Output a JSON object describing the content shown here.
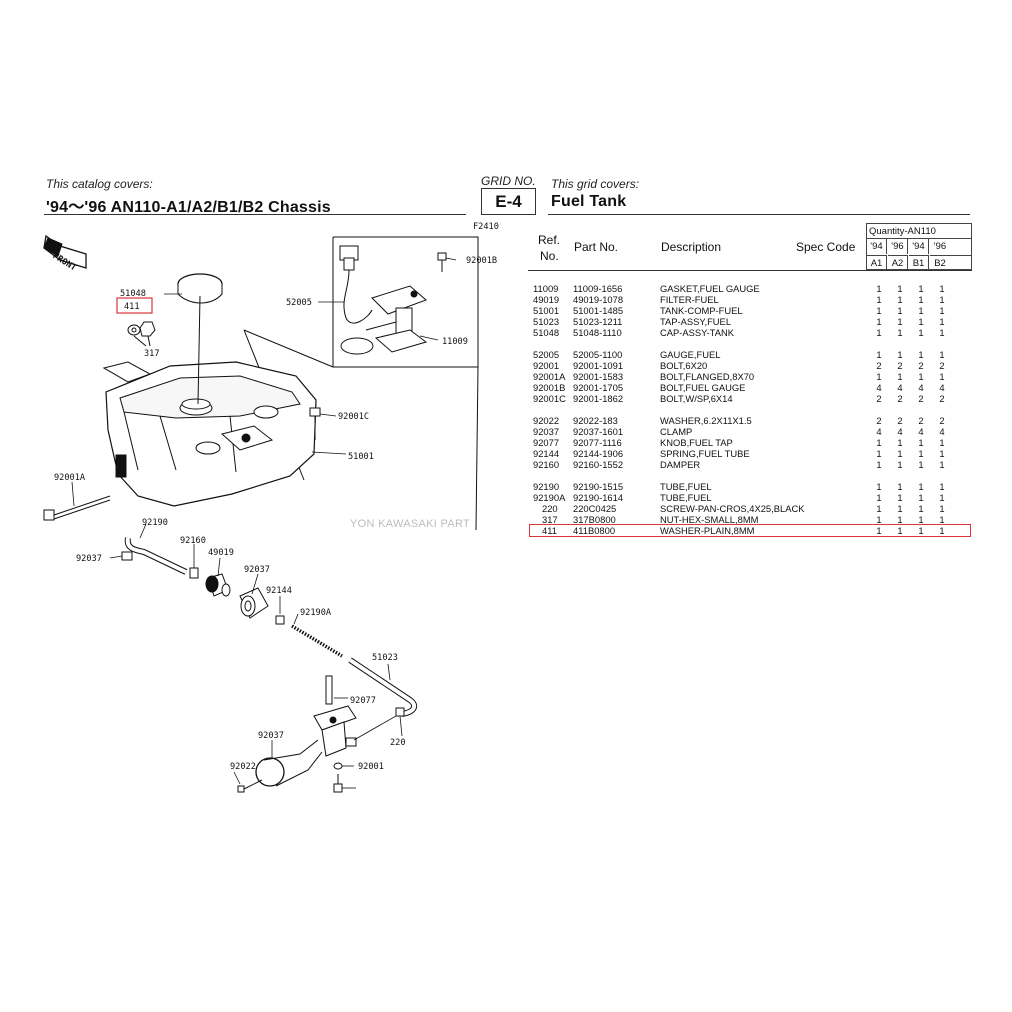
{
  "header": {
    "catalog_label": "This catalog covers:",
    "catalog_title": "'94～'96 AN110-A1/A2/B1/B2 Chassis",
    "grid_label": "GRID NO.",
    "grid_value": "E-4",
    "grid_covers_label": "This grid covers:",
    "grid_title": "Fuel Tank"
  },
  "diagram": {
    "figure_id": "F2410",
    "front_badge": "FRONT",
    "callouts": [
      "51048",
      "411",
      "317",
      "52005",
      "92001B",
      "11009",
      "92001C",
      "51001",
      "92001A",
      "92190",
      "92037",
      "49019",
      "92160",
      "92037",
      "92144",
      "92190A",
      "51023",
      "92077",
      "92037",
      "220",
      "92022",
      "92001"
    ]
  },
  "table": {
    "headers": {
      "ref": "Ref.",
      "ref_no": "No.",
      "part_no": "Part No.",
      "description": "Description",
      "spec_code": "Spec Code",
      "quantity": "Quantity-AN110",
      "years": [
        "'94",
        "'96",
        "'94",
        "'96"
      ],
      "models": [
        "A1",
        "A2",
        "B1",
        "B2"
      ]
    },
    "groups": [
      [
        {
          "ref": "11009",
          "part": "11009-1656",
          "desc": "GASKET,FUEL GAUGE",
          "q": [
            "1",
            "1",
            "1",
            "1"
          ]
        },
        {
          "ref": "49019",
          "part": "49019-1078",
          "desc": "FILTER-FUEL",
          "q": [
            "1",
            "1",
            "1",
            "1"
          ]
        },
        {
          "ref": "51001",
          "part": "51001-1485",
          "desc": "TANK-COMP-FUEL",
          "q": [
            "1",
            "1",
            "1",
            "1"
          ]
        },
        {
          "ref": "51023",
          "part": "51023-1211",
          "desc": "TAP-ASSY,FUEL",
          "q": [
            "1",
            "1",
            "1",
            "1"
          ]
        },
        {
          "ref": "51048",
          "part": "51048-1110",
          "desc": "CAP-ASSY-TANK",
          "q": [
            "1",
            "1",
            "1",
            "1"
          ]
        }
      ],
      [
        {
          "ref": "52005",
          "part": "52005-1100",
          "desc": "GAUGE,FUEL",
          "q": [
            "1",
            "1",
            "1",
            "1"
          ]
        },
        {
          "ref": "92001",
          "part": "92001-1091",
          "desc": "BOLT,6X20",
          "q": [
            "2",
            "2",
            "2",
            "2"
          ]
        },
        {
          "ref": "92001A",
          "part": "92001-1583",
          "desc": "BOLT,FLANGED,8X70",
          "q": [
            "1",
            "1",
            "1",
            "1"
          ]
        },
        {
          "ref": "92001B",
          "part": "92001-1705",
          "desc": "BOLT,FUEL GAUGE",
          "q": [
            "4",
            "4",
            "4",
            "4"
          ]
        },
        {
          "ref": "92001C",
          "part": "92001-1862",
          "desc": "BOLT,W/SP,6X14",
          "q": [
            "2",
            "2",
            "2",
            "2"
          ]
        }
      ],
      [
        {
          "ref": "92022",
          "part": "92022-183",
          "desc": "WASHER,6.2X11X1.5",
          "q": [
            "2",
            "2",
            "2",
            "2"
          ]
        },
        {
          "ref": "92037",
          "part": "92037-1601",
          "desc": "CLAMP",
          "q": [
            "4",
            "4",
            "4",
            "4"
          ]
        },
        {
          "ref": "92077",
          "part": "92077-1116",
          "desc": "KNOB,FUEL TAP",
          "q": [
            "1",
            "1",
            "1",
            "1"
          ]
        },
        {
          "ref": "92144",
          "part": "92144-1906",
          "desc": "SPRING,FUEL TUBE",
          "q": [
            "1",
            "1",
            "1",
            "1"
          ]
        },
        {
          "ref": "92160",
          "part": "92160-1552",
          "desc": "DAMPER",
          "q": [
            "1",
            "1",
            "1",
            "1"
          ]
        }
      ],
      [
        {
          "ref": "92190",
          "part": "92190-1515",
          "desc": "TUBE,FUEL",
          "q": [
            "1",
            "1",
            "1",
            "1"
          ]
        },
        {
          "ref": "92190A",
          "part": "92190-1614",
          "desc": "TUBE,FUEL",
          "q": [
            "1",
            "1",
            "1",
            "1"
          ]
        },
        {
          "ref": "220",
          "part": "220C0425",
          "desc": "SCREW-PAN-CROS,4X25,BLACK",
          "q": [
            "1",
            "1",
            "1",
            "1"
          ]
        },
        {
          "ref": "317",
          "part": "317B0800",
          "desc": "NUT-HEX-SMALL,8MM",
          "q": [
            "1",
            "1",
            "1",
            "1"
          ]
        },
        {
          "ref": "411",
          "part": "411B0800",
          "desc": "WASHER-PLAIN,8MM",
          "q": [
            "1",
            "1",
            "1",
            "1"
          ],
          "highlight": true
        }
      ]
    ]
  },
  "watermark": "YON KAWASAKI PART",
  "colors": {
    "highlight": "#d9353b",
    "watermark": "#bdbdbd"
  }
}
